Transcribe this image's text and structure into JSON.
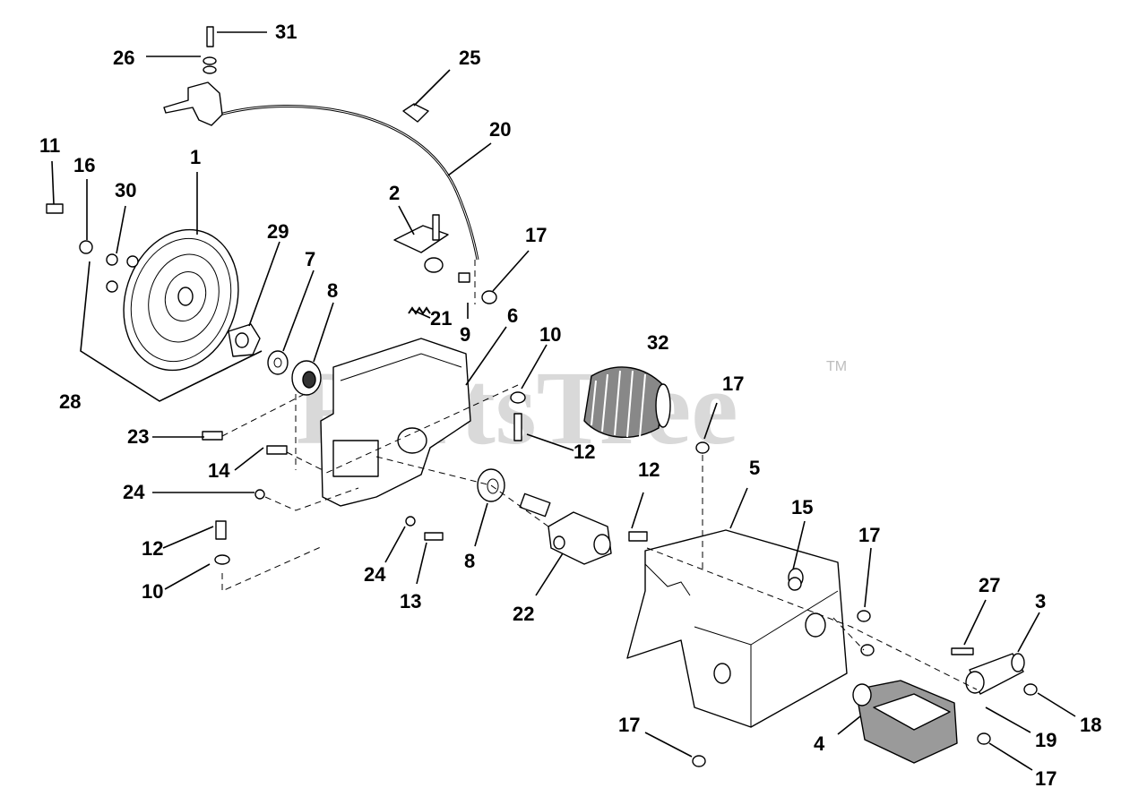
{
  "watermark": {
    "text": "PartsTree",
    "trademark": "TM"
  },
  "callouts": {
    "n1": "1",
    "n2": "2",
    "n3": "3",
    "n4": "4",
    "n5": "5",
    "n6": "6",
    "n7": "7",
    "n8a": "8",
    "n8b": "8",
    "n9": "9",
    "n10a": "10",
    "n10b": "10",
    "n11": "11",
    "n12a": "12",
    "n12b": "12",
    "n12c": "12",
    "n13": "13",
    "n14": "14",
    "n15": "15",
    "n16": "16",
    "n17a": "17",
    "n17b": "17",
    "n17c": "17",
    "n17d": "17",
    "n17e": "17",
    "n18": "18",
    "n19": "19",
    "n20": "20",
    "n21": "21",
    "n22": "22",
    "n23": "23",
    "n24a": "24",
    "n24b": "24",
    "n25": "25",
    "n26": "26",
    "n27": "27",
    "n28": "28",
    "n29": "29",
    "n30": "30",
    "n31": "31",
    "n32": "32"
  }
}
